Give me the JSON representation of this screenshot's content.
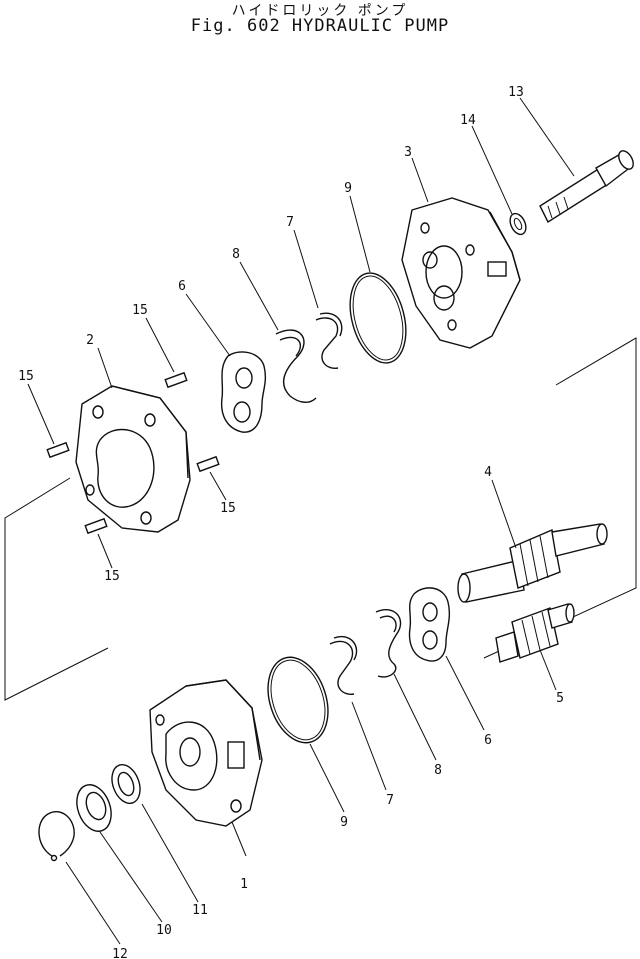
{
  "header": {
    "title_jp": "ハイドロリック ポンプ",
    "title_en": "Fig. 602 HYDRAULIC PUMP"
  },
  "callouts": {
    "c1": "1",
    "c2": "2",
    "c3": "3",
    "c4": "4",
    "c5": "5",
    "c6a": "6",
    "c6b": "6",
    "c7a": "7",
    "c7b": "7",
    "c8a": "8",
    "c8b": "8",
    "c9a": "9",
    "c9b": "9",
    "c10": "10",
    "c11": "11",
    "c12": "12",
    "c13": "13",
    "c14": "14",
    "c15a": "15",
    "c15b": "15",
    "c15c": "15",
    "c15d": "15"
  }
}
